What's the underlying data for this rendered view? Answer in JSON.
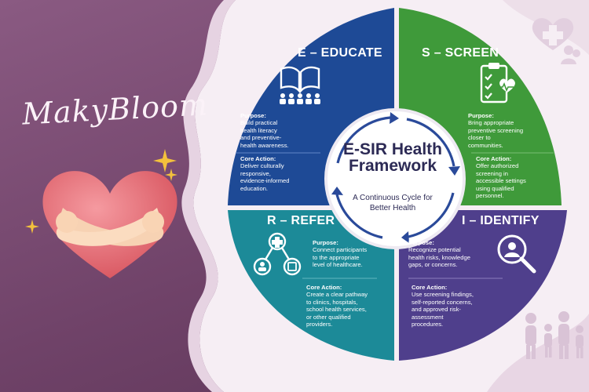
{
  "brand": {
    "name": "MakyBloom"
  },
  "center": {
    "title": "E-SIR Health Framework",
    "subtitle": "A Continuous Cycle for Better Health"
  },
  "quadrants": {
    "educate": {
      "title": "E – EDUCATE",
      "purpose_label": "Purpose:",
      "purpose": [
        "Build practical",
        "health literacy",
        "and preventive-",
        "health awareness."
      ],
      "action_label": "Core Action:",
      "action": [
        "Deliver culturally",
        "responsive,",
        "evidence-informed",
        "education."
      ],
      "color": "#1e4a96"
    },
    "screen": {
      "title": "S – SCREEN",
      "purpose_label": "Purpose:",
      "purpose": [
        "Bring appropriate",
        "preventive screening",
        "closer to",
        "communities."
      ],
      "action_label": "Core Action:",
      "action": [
        "Offer authorized",
        "screening in",
        "accessible settings",
        "using qualified",
        "personnel."
      ],
      "color": "#3f9a3a"
    },
    "refer": {
      "title": "R – REFER",
      "purpose_label": "Purpose:",
      "purpose": [
        "Connect participants",
        "to the appropriate",
        "level of healthcare."
      ],
      "action_label": "Core Action:",
      "action": [
        "Create a clear pathway",
        "to clinics, hospitals,",
        "school health services,",
        "or other qualified",
        "providers."
      ],
      "color": "#1c8a98"
    },
    "identify": {
      "title": "I – IDENTIFY",
      "purpose_label": "Purpose:",
      "purpose": [
        "Recognize potential",
        "health risks, knowledge",
        "gaps, or concerns."
      ],
      "action_label": "Core Action:",
      "action": [
        "Use screening findings,",
        "self-reported concerns,",
        "and approved risk-",
        "assessment",
        "procedures."
      ],
      "color": "#4f3f8c"
    }
  },
  "icons": [
    "book-people-icon",
    "clipboard-heart-icon",
    "referral-network-icon",
    "magnify-person-icon",
    "heart-hug-icon",
    "sparkle-icon",
    "family-icon",
    "medical-cross-people-icon"
  ]
}
